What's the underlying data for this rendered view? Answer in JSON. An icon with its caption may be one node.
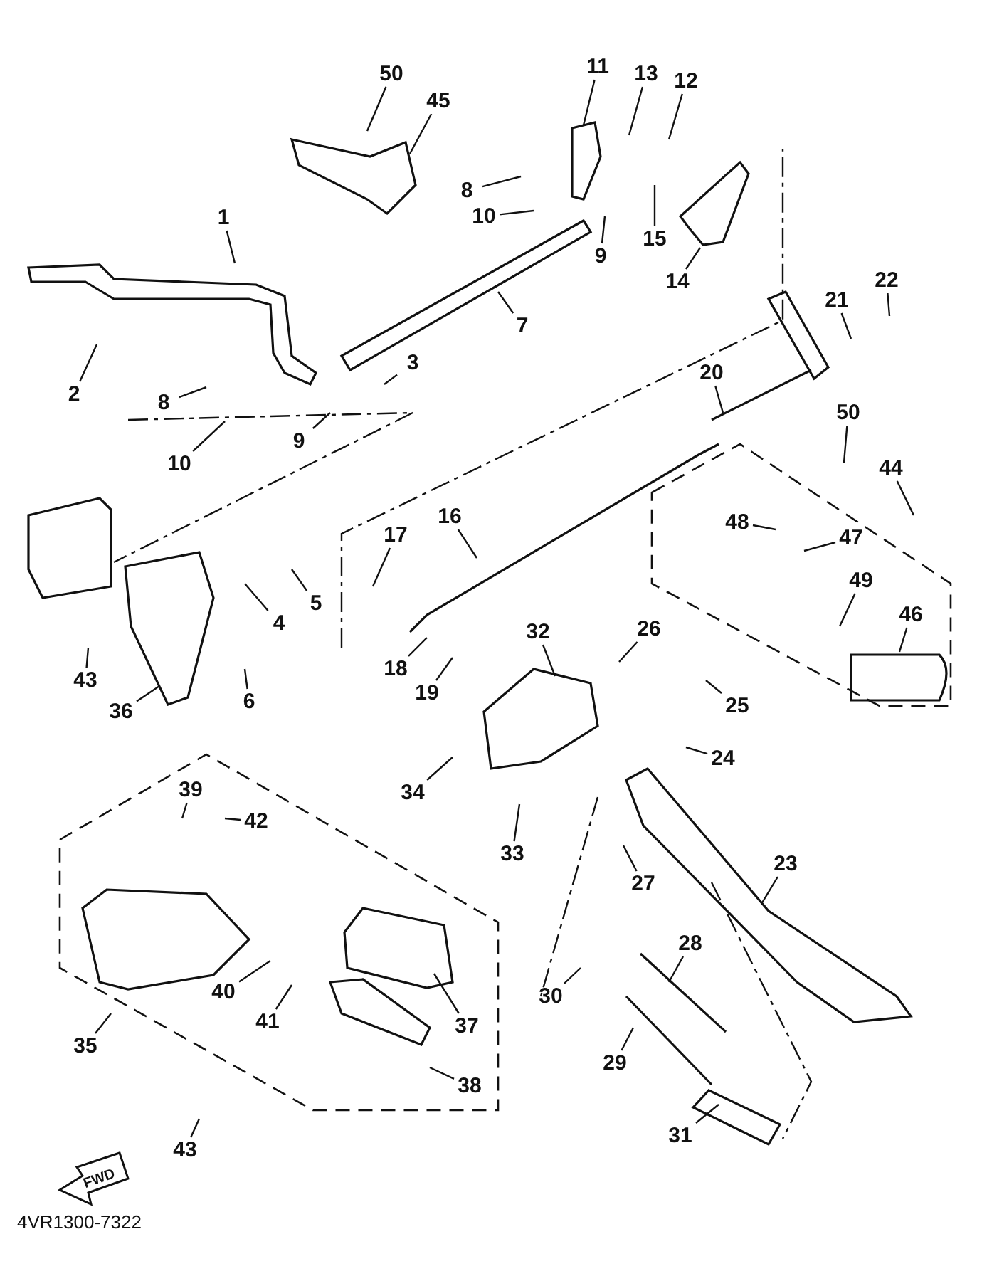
{
  "diagram": {
    "nodes": [
      {
        "text": [
          "1"
        ]
      },
      {
        "text": [
          "50"
        ]
      },
      {
        "text": [
          "45"
        ]
      },
      {
        "text": [
          "11"
        ]
      },
      {
        "text": [
          "13"
        ]
      },
      {
        "text": [
          "12"
        ]
      },
      {
        "text": [
          "8"
        ]
      },
      {
        "text": [
          "10"
        ]
      },
      {
        "text": [
          "9"
        ]
      },
      {
        "text": [
          "15"
        ]
      },
      {
        "text": [
          "14"
        ]
      },
      {
        "text": [
          "7"
        ]
      },
      {
        "text": [
          "22"
        ]
      },
      {
        "text": [
          "21"
        ]
      },
      {
        "text": [
          "2"
        ]
      },
      {
        "text": [
          "3"
        ]
      },
      {
        "text": [
          "8"
        ]
      },
      {
        "text": [
          "9"
        ]
      },
      {
        "text": [
          "10"
        ]
      },
      {
        "text": [
          "20"
        ]
      },
      {
        "text": [
          "50"
        ]
      },
      {
        "text": [
          "44"
        ]
      },
      {
        "text": [
          "16"
        ]
      },
      {
        "text": [
          "17"
        ]
      },
      {
        "text": [
          "48"
        ]
      },
      {
        "text": [
          "47"
        ]
      },
      {
        "text": [
          "49"
        ]
      },
      {
        "text": [
          "46"
        ]
      },
      {
        "text": [
          "5"
        ]
      },
      {
        "text": [
          "4"
        ]
      },
      {
        "text": [
          "43"
        ]
      },
      {
        "text": [
          "36"
        ]
      },
      {
        "text": [
          "6"
        ]
      },
      {
        "text": [
          "18"
        ]
      },
      {
        "text": [
          "19"
        ]
      },
      {
        "text": [
          "32"
        ]
      },
      {
        "text": [
          "26"
        ]
      },
      {
        "text": [
          "25"
        ]
      },
      {
        "text": [
          "24"
        ]
      },
      {
        "text": [
          "34"
        ]
      },
      {
        "text": [
          "39"
        ]
      },
      {
        "text": [
          "42"
        ]
      },
      {
        "text": [
          "33"
        ]
      },
      {
        "text": [
          "27"
        ]
      },
      {
        "text": [
          "23"
        ]
      },
      {
        "text": [
          "40"
        ]
      },
      {
        "text": [
          "41"
        ]
      },
      {
        "text": [
          "37"
        ]
      },
      {
        "text": [
          "30"
        ]
      },
      {
        "text": [
          "28"
        ]
      },
      {
        "text": [
          "35"
        ]
      },
      {
        "text": [
          "29"
        ]
      },
      {
        "text": [
          "38"
        ]
      },
      {
        "text": [
          "31"
        ]
      },
      {
        "text": [
          "43"
        ]
      }
    ],
    "edges": [
      {
        "from": 0,
        "to": null,
        "arrow": "none"
      },
      {
        "from": 1,
        "to": null,
        "arrow": "none"
      },
      {
        "from": 2,
        "to": null,
        "arrow": "none"
      },
      {
        "from": 3,
        "to": null,
        "arrow": "none"
      },
      {
        "from": 4,
        "to": null,
        "arrow": "none"
      },
      {
        "from": 5,
        "to": null,
        "arrow": "none"
      },
      {
        "from": 6,
        "to": null,
        "arrow": "none"
      },
      {
        "from": 7,
        "to": null,
        "arrow": "none"
      },
      {
        "from": 8,
        "to": null,
        "arrow": "none"
      },
      {
        "from": 9,
        "to": null,
        "arrow": "none"
      },
      {
        "from": 10,
        "to": null,
        "arrow": "none"
      },
      {
        "from": 11,
        "to": null,
        "arrow": "none"
      },
      {
        "from": 12,
        "to": null,
        "arrow": "none"
      },
      {
        "from": 13,
        "to": null,
        "arrow": "none"
      },
      {
        "from": 14,
        "to": null,
        "arrow": "none"
      },
      {
        "from": 15,
        "to": null,
        "arrow": "none"
      },
      {
        "from": 16,
        "to": null,
        "arrow": "none"
      },
      {
        "from": 17,
        "to": null,
        "arrow": "none"
      },
      {
        "from": 18,
        "to": null,
        "arrow": "none"
      },
      {
        "from": 19,
        "to": null,
        "arrow": "none"
      },
      {
        "from": 20,
        "to": null,
        "arrow": "none"
      },
      {
        "from": 21,
        "to": null,
        "arrow": "none"
      },
      {
        "from": 22,
        "to": null,
        "arrow": "none"
      },
      {
        "from": 23,
        "to": null,
        "arrow": "none"
      },
      {
        "from": 24,
        "to": null,
        "arrow": "none"
      },
      {
        "from": 25,
        "to": null,
        "arrow": "none"
      },
      {
        "from": 26,
        "to": null,
        "arrow": "none"
      },
      {
        "from": 27,
        "to": null,
        "arrow": "none"
      },
      {
        "from": 28,
        "to": null,
        "arrow": "none"
      },
      {
        "from": 29,
        "to": null,
        "arrow": "none"
      },
      {
        "from": 30,
        "to": null,
        "arrow": "none"
      },
      {
        "from": 31,
        "to": null,
        "arrow": "none"
      },
      {
        "from": 32,
        "to": null,
        "arrow": "none"
      },
      {
        "from": 33,
        "to": null,
        "arrow": "none"
      },
      {
        "from": 34,
        "to": null,
        "arrow": "none"
      },
      {
        "from": 35,
        "to": null,
        "arrow": "none"
      },
      {
        "from": 36,
        "to": null,
        "arrow": "none"
      },
      {
        "from": 37,
        "to": null,
        "arrow": "none"
      },
      {
        "from": 38,
        "to": null,
        "arrow": "none"
      },
      {
        "from": 39,
        "to": null,
        "arrow": "none"
      },
      {
        "from": 40,
        "to": null,
        "arrow": "none"
      },
      {
        "from": 41,
        "to": null,
        "arrow": "none"
      },
      {
        "from": 42,
        "to": null,
        "arrow": "none"
      },
      {
        "from": 43,
        "to": null,
        "arrow": "none"
      },
      {
        "from": 44,
        "to": null,
        "arrow": "none"
      },
      {
        "from": 45,
        "to": null,
        "arrow": "none"
      },
      {
        "from": 46,
        "to": null,
        "arrow": "none"
      },
      {
        "from": 47,
        "to": null,
        "arrow": "none"
      },
      {
        "from": 48,
        "to": null,
        "arrow": "none"
      },
      {
        "from": 49,
        "to": null,
        "arrow": "none"
      },
      {
        "from": 50,
        "to": null,
        "arrow": "none"
      },
      {
        "from": 51,
        "to": null,
        "arrow": "none"
      },
      {
        "from": 52,
        "to": null,
        "arrow": "none"
      },
      {
        "from": 53,
        "to": null,
        "arrow": "none"
      },
      {
        "from": 54,
        "to": null,
        "arrow": "none"
      }
    ],
    "labels": [
      "FWD",
      "4VR1300-7322"
    ]
  }
}
